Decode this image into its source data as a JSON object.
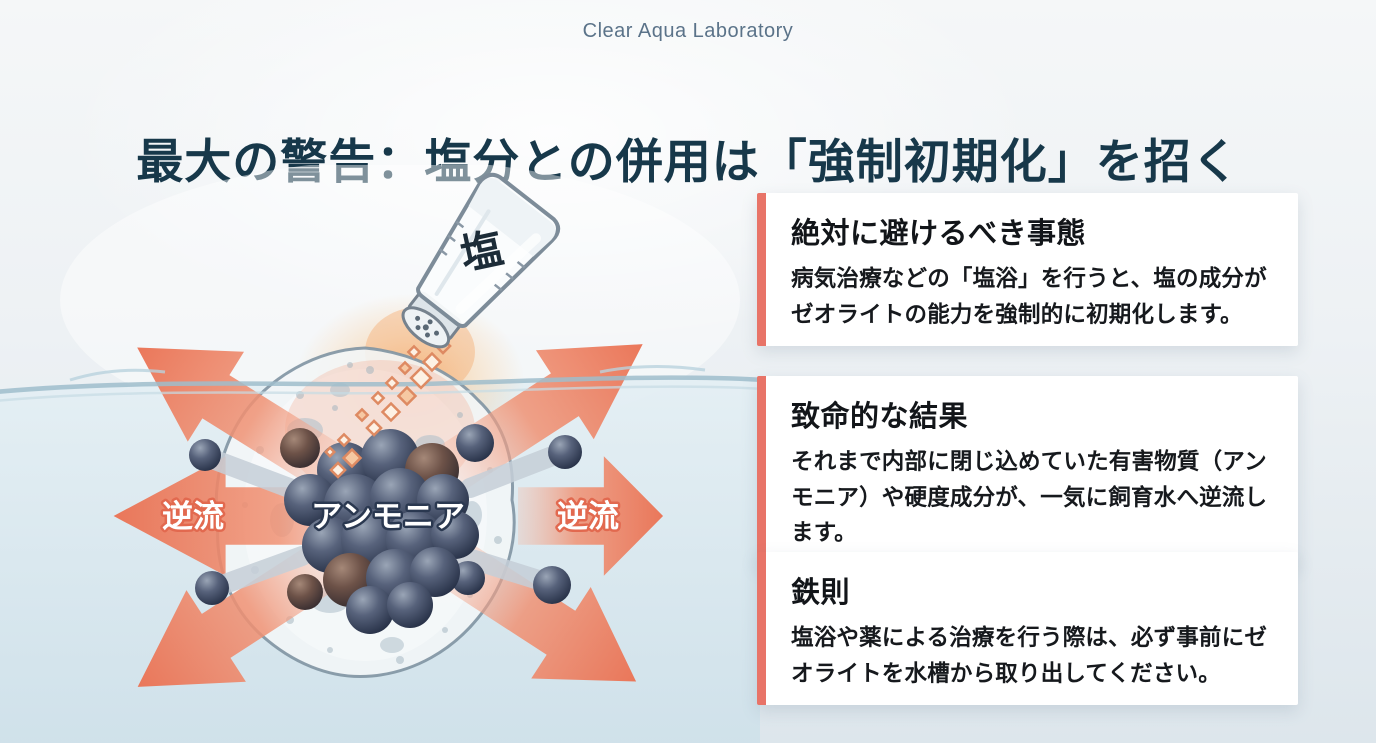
{
  "header": {
    "brand": "Clear Aqua Laboratory",
    "title": "最大の警告：塩分との併用は「強制初期化」を招く"
  },
  "illustration": {
    "salt_shaker_label": "塩",
    "ammonia_label": "アンモニア",
    "backflow_label_left": "逆流",
    "backflow_label_right": "逆流"
  },
  "cards": [
    {
      "title": "絶対に避けるべき事態",
      "body": "病気治療などの「塩浴」を行うと、塩の成分がゼオライトの能力を強制的に初期化します。"
    },
    {
      "title": "致命的な結果",
      "body": "それまで内部に閉じ込めていた有害物質（アンモニア）や硬度成分が、一気に飼育水へ逆流します。"
    },
    {
      "title": "鉄則",
      "body": "塩浴や薬による治療を行う際は、必ず事前にゼオライトを水槽から取り出してください。"
    }
  ],
  "colors": {
    "accent": "#e87468",
    "arrow": "#ee8a6e",
    "title-navy": "#17384a",
    "brand-gray": "#5b7389",
    "card-bg": "#ffffff",
    "sphere-navy": "#2b3650",
    "water-line": "#9fbdcb"
  }
}
